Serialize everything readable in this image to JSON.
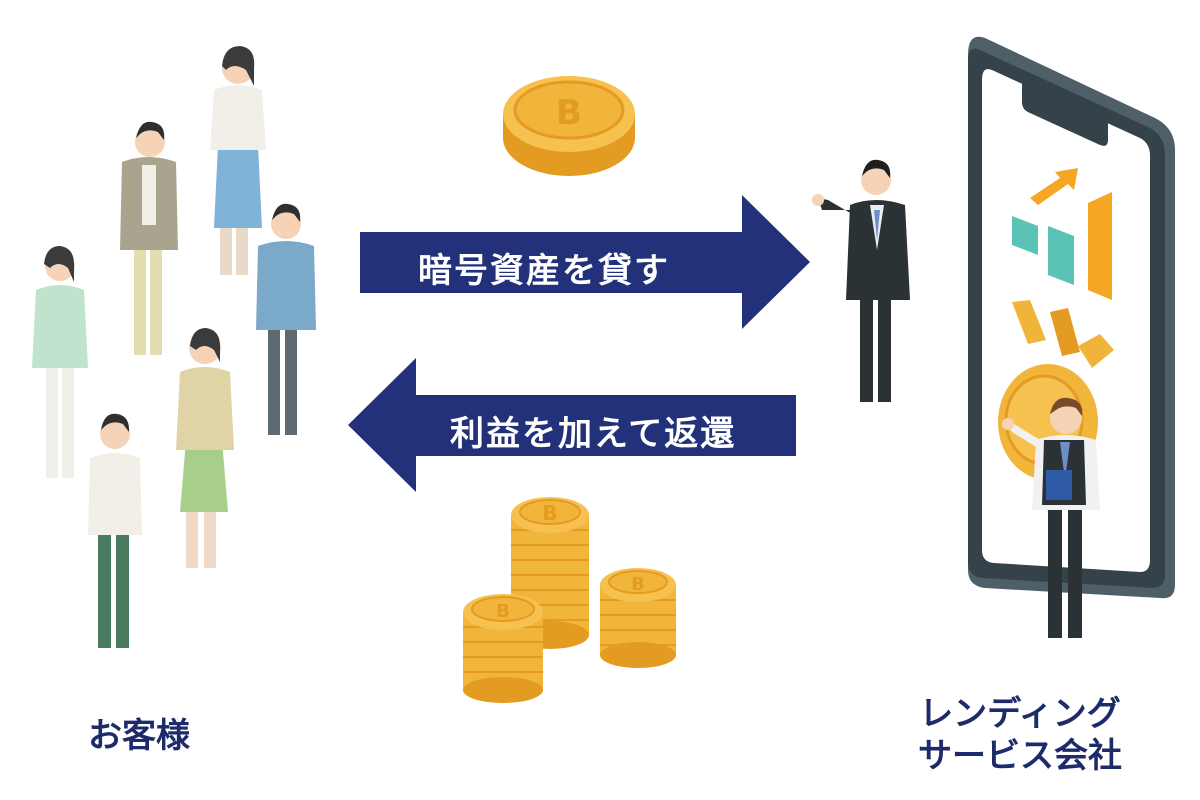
{
  "arrows": {
    "lend_label": "暗号資産を貸す",
    "return_label": "利益を加えて返還"
  },
  "captions": {
    "customer": "お客様",
    "company_line1": "レンディング",
    "company_line2": "サービス会社"
  },
  "colors": {
    "arrow": "#23307a",
    "caption": "#1d2b6b",
    "coin": "#f2b53c",
    "coin_edge": "#e09a22",
    "phone_frame": "#3e4a52",
    "teal": "#5bc2b6",
    "orange": "#f5a623"
  },
  "icons": {
    "coin": "bitcoin-coin-icon",
    "phone": "smartphone-icon",
    "chart": "bar-chart-up-icon",
    "people": "person-icon",
    "businessman": "businessman-icon"
  }
}
